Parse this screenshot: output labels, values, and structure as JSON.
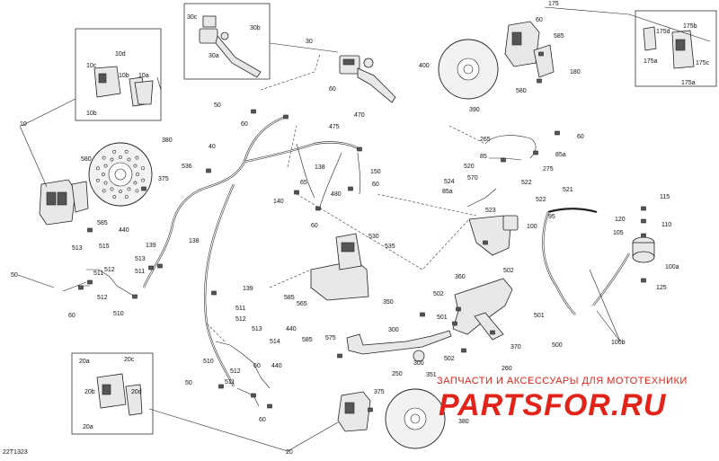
{
  "diagram_code": "22T1323",
  "watermark": {
    "caption": "ЗАПЧАСТИ И АКСЕССУАРЫ ДЛЯ МОТОТЕХНИКИ",
    "logo_text": "PARTSFOR.RU",
    "color": "#e2231a"
  },
  "part_labels": {
    "p10": "10",
    "p10a": "10a",
    "p10b": "10b",
    "p10b2": "10b",
    "p10c": "10c",
    "p10d": "10d",
    "p20": "20",
    "p20a": "20a",
    "p20a2": "20a",
    "p20b": "20b",
    "p20c": "20c",
    "p20d": "20d",
    "p30": "30",
    "p30a": "30a",
    "p30b": "30b",
    "p30c": "30c",
    "p40": "40",
    "p50a": "50",
    "p50b": "50",
    "p50c": "50",
    "p60a": "60",
    "p60b": "60",
    "p60c": "60",
    "p60d": "60",
    "p60e": "60",
    "p60f": "60",
    "p60g": "60",
    "p60h": "60",
    "p60i": "60",
    "p65": "65",
    "p85": "85",
    "p85a": "85a",
    "p85a2": "85a",
    "p95": "95",
    "p100": "100",
    "p100a": "100a",
    "p100b": "100b",
    "p105": "105",
    "p110": "110",
    "p115": "115",
    "p120": "120",
    "p125": "125",
    "p138a": "138",
    "p138b": "138",
    "p139a": "139",
    "p139b": "139",
    "p140": "140",
    "p150": "150",
    "p175": "175",
    "p175a": "175a",
    "p175a2": "175a",
    "p175b": "175b",
    "p175c": "175c",
    "p175d": "175d",
    "p180": "180",
    "p250": "250",
    "p260": "260",
    "p265": "265",
    "p275": "275",
    "p300a": "300",
    "p300b": "300",
    "p350": "350",
    "p351": "351",
    "p360": "360",
    "p370": "370",
    "p375a": "375",
    "p375b": "375",
    "p380a": "380",
    "p380b": "380",
    "p390": "390",
    "p400": "400",
    "p440a": "440",
    "p440b": "440",
    "p440c": "440",
    "p470": "470",
    "p475": "475",
    "p480": "480",
    "p500": "500",
    "p501a": "501",
    "p501b": "501",
    "p502a": "502",
    "p502b": "502",
    "p502c": "502",
    "p510a": "510",
    "p510b": "510",
    "p511a": "511",
    "p511b": "511",
    "p511c": "511",
    "p511d": "511",
    "p512a": "512",
    "p512b": "512",
    "p512c": "512",
    "p512d": "512",
    "p513a": "513",
    "p513b": "513",
    "p513c": "513",
    "p514": "514",
    "p515": "515",
    "p520": "520",
    "p521": "521",
    "p522a": "522",
    "p522b": "522",
    "p523": "523",
    "p524": "524",
    "p530": "530",
    "p535": "535",
    "p536": "536",
    "p565": "565",
    "p570": "570",
    "p575": "575",
    "p580a": "580",
    "p580b": "580",
    "p585a": "585",
    "p585b": "585",
    "p585c": "585",
    "p585d": "585"
  }
}
